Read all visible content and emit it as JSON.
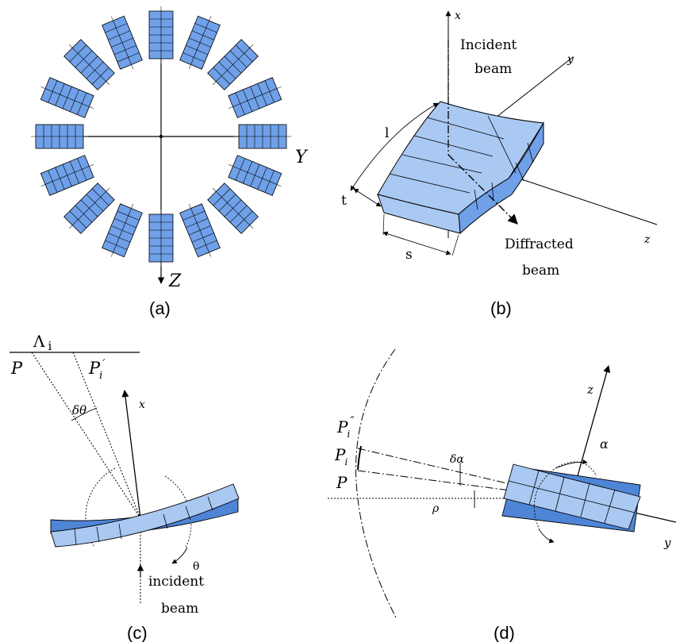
{
  "panels": {
    "a": {
      "caption": "(a)",
      "axis_y": "Y",
      "axis_z": "Z",
      "crystal_count": 16
    },
    "b": {
      "caption": "(b)",
      "axis_x": "x",
      "axis_y": "y",
      "axis_z": "z",
      "incident_line1": "Incident",
      "incident_line2": "beam",
      "diffracted_line1": "Diffracted",
      "diffracted_line2": "beam",
      "dim_l": "l",
      "dim_t": "t",
      "dim_s": "s"
    },
    "c": {
      "caption": "(c)",
      "lambda_base": "Λ",
      "lambda_sub": "i",
      "point_p": "P",
      "point_pi_base": "P",
      "point_pi_sub": "i",
      "point_pi_sup": "′",
      "delta_theta": "δθ",
      "axis_x": "x",
      "theta": "θ",
      "incident_line1": "incident",
      "incident_line2": "beam"
    },
    "d": {
      "caption": "(d)",
      "axis_z": "z",
      "axis_y": "y",
      "alpha": "α",
      "delta_alpha": "δα",
      "rho": "ρ",
      "point_p": "P",
      "point_pi_base": "P",
      "point_pi_sub": "i",
      "point_pi2_base": "P",
      "point_pi2_sub": "i",
      "point_pi2_sup": "″"
    }
  },
  "colors": {
    "crystal_fill": "#6fa0e8",
    "crystal_light": "#a9c8f2",
    "crystal_dark": "#4f85d6",
    "line": "#000000"
  }
}
